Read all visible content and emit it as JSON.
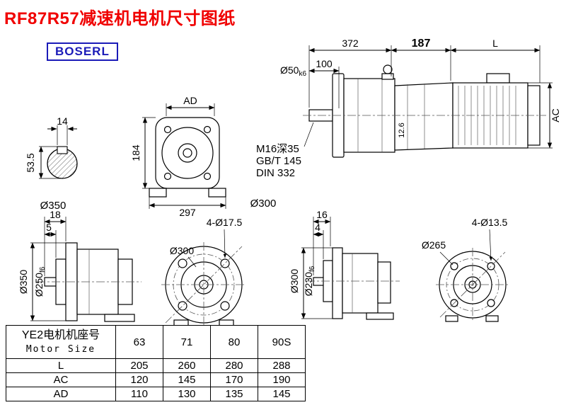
{
  "page": {
    "title": "RF87R57减速机电机尺寸图纸",
    "brand": "BOSERL"
  },
  "assembly": {
    "dim_overall": "372",
    "dim_adapter": "187",
    "dim_motor": "L",
    "dim_shaft_len": "100",
    "shaft_dia_main": "Ø50",
    "shaft_dia_sub": "k6",
    "dim_height": "AC",
    "dim_small": "12.6",
    "note1": "M16深35",
    "note2": "GB/T 145",
    "note3": "DIN 332"
  },
  "shaft_section": {
    "key_width": "14",
    "key_depth": "53.5"
  },
  "front": {
    "dim_ad": "AD",
    "dim_height": "184",
    "dim_width": "297"
  },
  "floating_labels": {
    "phi350": "Ø350",
    "phi300": "Ø300"
  },
  "flange_left": {
    "dim_18": "18",
    "dim_5": "5",
    "od_label": "Ø350",
    "spigot_main": "Ø250",
    "spigot_sub": "f6",
    "holes": "4-Ø17.5",
    "bolt_circle": "Ø300"
  },
  "flange_right": {
    "dim_16": "16",
    "dim_4": "4",
    "od_label": "Ø300",
    "spigot_main": "Ø230",
    "spigot_sub": "f6",
    "holes": "4-Ø13.5",
    "dia_label": "Ø265"
  },
  "table": {
    "header_cn": "YE2电机机座号",
    "header_en": "Motor Size",
    "sizes": [
      "63",
      "71",
      "80",
      "90S"
    ],
    "rows": [
      {
        "label": "L",
        "values": [
          "205",
          "260",
          "280",
          "288"
        ]
      },
      {
        "label": "AC",
        "values": [
          "120",
          "145",
          "170",
          "190"
        ]
      },
      {
        "label": "AD",
        "values": [
          "110",
          "130",
          "135",
          "145"
        ]
      }
    ]
  }
}
